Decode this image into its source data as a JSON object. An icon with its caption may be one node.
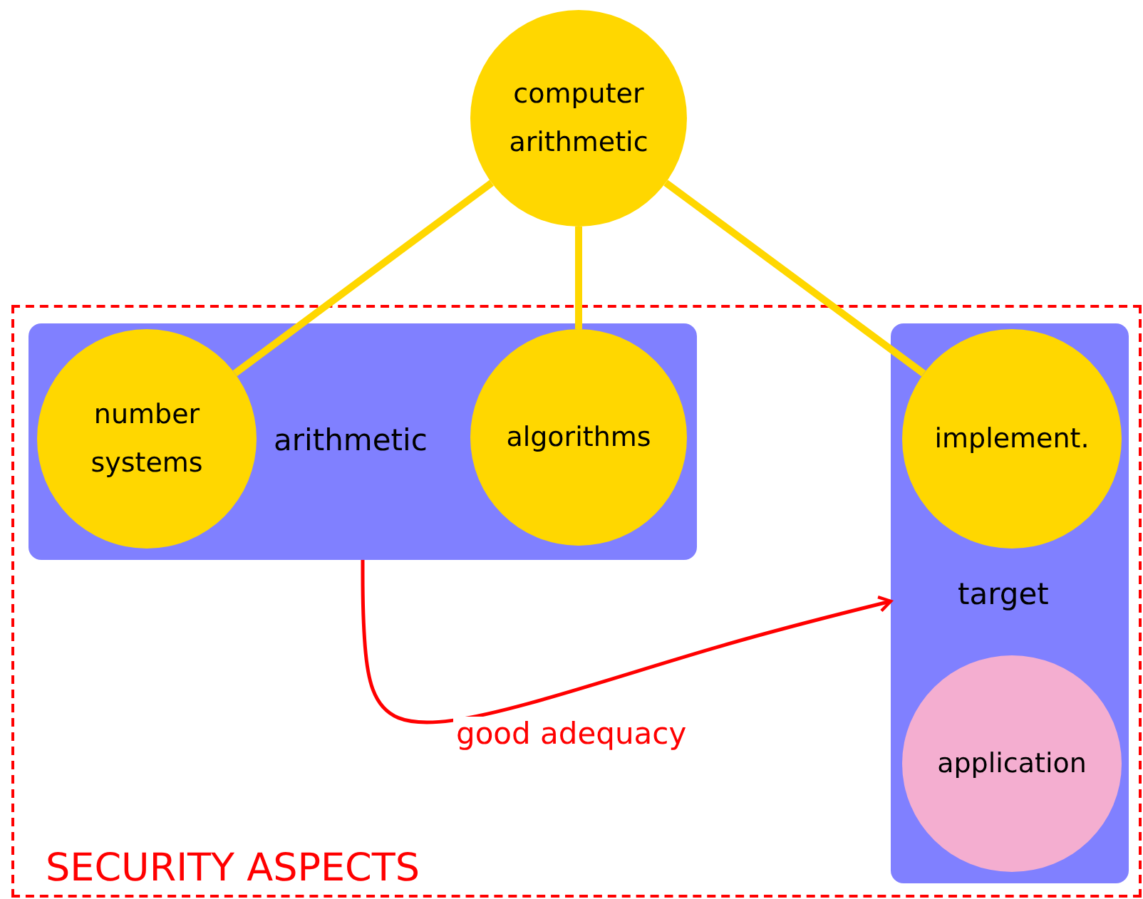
{
  "diagram": {
    "nodes": [
      {
        "text": [
          "computer arithmetic"
        ]
      },
      {
        "text": [
          "SECURITY ASPECTS"
        ]
      },
      {
        "text": [
          "arithmetic"
        ],
        "in": 1
      },
      {
        "text": [
          "number systems"
        ],
        "in": 2
      },
      {
        "text": [
          "algorithms"
        ],
        "in": 2
      },
      {
        "text": [
          "target"
        ],
        "in": 1
      },
      {
        "text": [
          "implement."
        ],
        "in": 5
      },
      {
        "text": [
          "application"
        ],
        "in": 5
      }
    ],
    "edges": [
      {
        "from": 0,
        "to": 3,
        "arrow": "none"
      },
      {
        "from": 0,
        "to": 4,
        "arrow": "none"
      },
      {
        "from": 0,
        "to": 6,
        "arrow": "none"
      },
      {
        "from": 2,
        "to": 5,
        "arrow": "to",
        "label": "good adequacy",
        "color": "#ff0000"
      }
    ]
  }
}
